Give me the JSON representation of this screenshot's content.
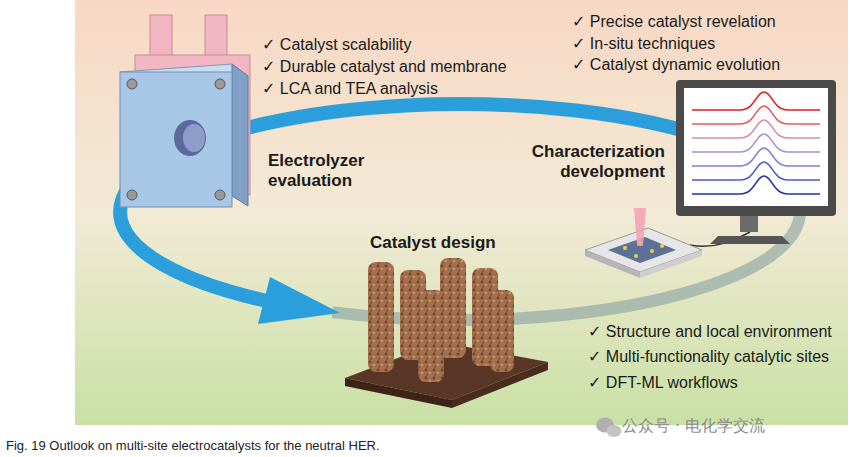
{
  "diagram": {
    "caption": "Fig. 19 Outlook on multi-site electrocatalysts for the neutral HER.",
    "nodes": [
      {
        "text": [
          "Electrolyzer evaluation",
          "✓ Catalyst scalability",
          "✓ Durable catalyst and membrane",
          "✓ LCA and TEA analysis"
        ]
      },
      {
        "text": [
          "Characterization development",
          "✓ Precise catalyst revelation",
          "✓ In-situ techniques",
          "✓ Catalyst dynamic evolution"
        ]
      },
      {
        "text": [
          "Catalyst design",
          "✓ Structure and local environment",
          "✓ Multi-functionality catalytic sites",
          "✓ DFT-ML workflows"
        ]
      }
    ],
    "labels": [
      "公众号 · 电化学交流"
    ]
  }
}
